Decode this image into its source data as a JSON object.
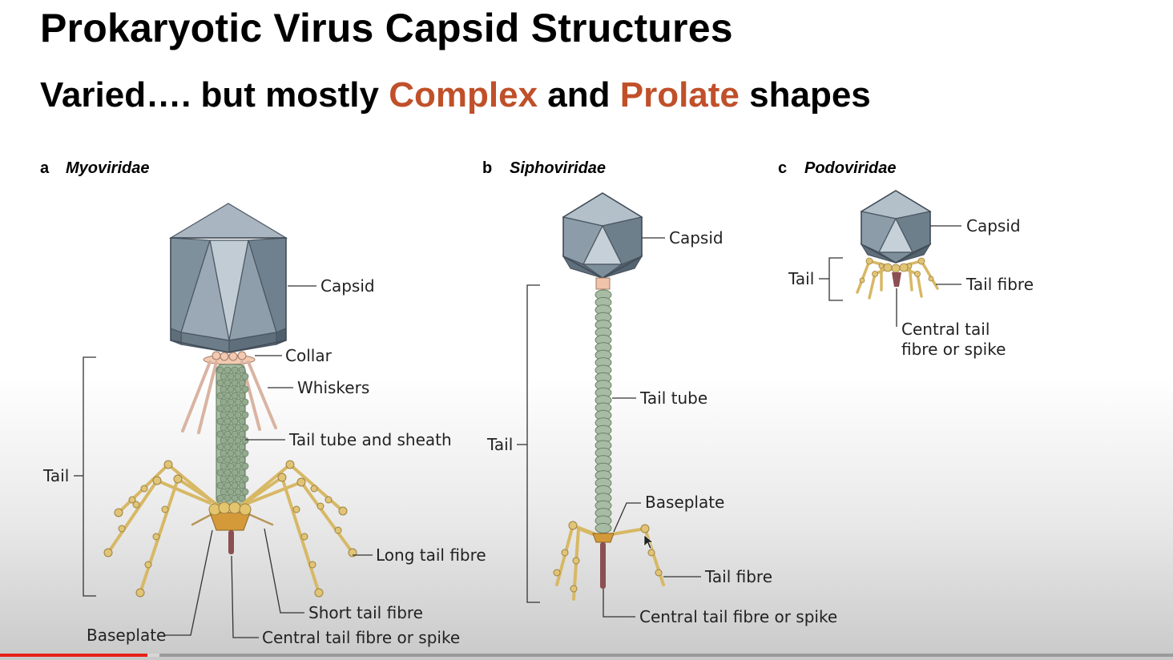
{
  "slide": {
    "title": "Prokaryotic Virus Capsid Structures",
    "subtitle": {
      "prefix": "Varied…. but mostly ",
      "highlight1": "Complex",
      "middle": " and ",
      "highlight2": "Prolate",
      "suffix": " shapes"
    },
    "highlight_color": "#c0502a"
  },
  "panels": {
    "a": {
      "letter": "a",
      "name": "Myoviridae",
      "labels": {
        "capsid": "Capsid",
        "collar": "Collar",
        "whiskers": "Whiskers",
        "tail_tube_sheath": "Tail tube and sheath",
        "tail": "Tail",
        "long_tail_fibre": "Long tail fibre",
        "short_tail_fibre": "Short tail fibre",
        "baseplate": "Baseplate",
        "central_spike": "Central tail fibre or spike"
      }
    },
    "b": {
      "letter": "b",
      "name": "Siphoviridae",
      "labels": {
        "capsid": "Capsid",
        "tail_tube": "Tail tube",
        "tail": "Tail",
        "baseplate": "Baseplate",
        "tail_fibre": "Tail fibre",
        "central_spike": "Central tail fibre or spike"
      }
    },
    "c": {
      "letter": "c",
      "name": "Podoviridae",
      "labels": {
        "capsid": "Capsid",
        "tail": "Tail",
        "tail_fibre": "Tail fibre",
        "central_line1": "Central tail",
        "central_line2": "fibre or spike"
      }
    }
  },
  "video_progress": {
    "played_fraction": 0.126,
    "loaded_fraction": 0.136,
    "played_color": "#e62117"
  }
}
